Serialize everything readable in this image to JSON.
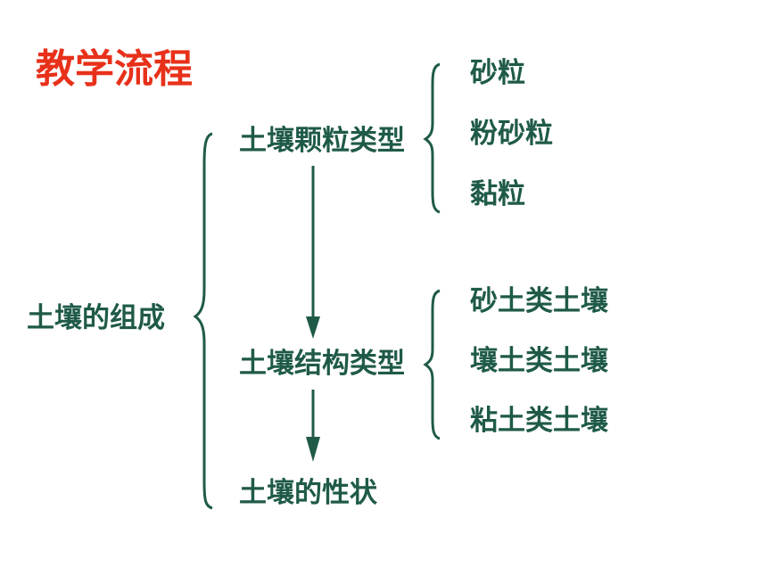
{
  "colors": {
    "title": "#e8311a",
    "text": "#1f5a48",
    "lines": "#1f5a48"
  },
  "title": "教学流程",
  "root": "土壤的组成",
  "levels": [
    {
      "label": "土壤颗粒类型",
      "children": [
        "砂粒",
        "粉砂粒",
        "黏粒"
      ]
    },
    {
      "label": "土壤结构类型",
      "children": [
        "砂土类土壤",
        "壤土类土壤",
        "粘土类土壤"
      ]
    },
    {
      "label": "土壤的性状",
      "children": []
    }
  ]
}
